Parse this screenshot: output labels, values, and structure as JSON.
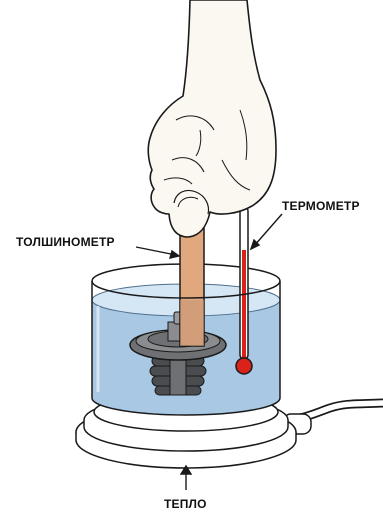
{
  "labels": {
    "gauge": "ТОЛШИНОМЕТР",
    "thermometer": "ТЕРМОМЕТР",
    "heat": "ТЕПЛО"
  },
  "colors": {
    "water": "#a9c8e4",
    "water_light": "#d5e6f4",
    "gauge": "#e0a87c",
    "thermometer_fluid": "#d9231a",
    "thermostat": "#6e7073",
    "skin": "#fbf7f1",
    "outline": "#1a1a1a"
  },
  "icons": {
    "hand": "hand-icon",
    "thermostat": "thermostat-icon",
    "hotplate": "hot-plate-icon"
  }
}
